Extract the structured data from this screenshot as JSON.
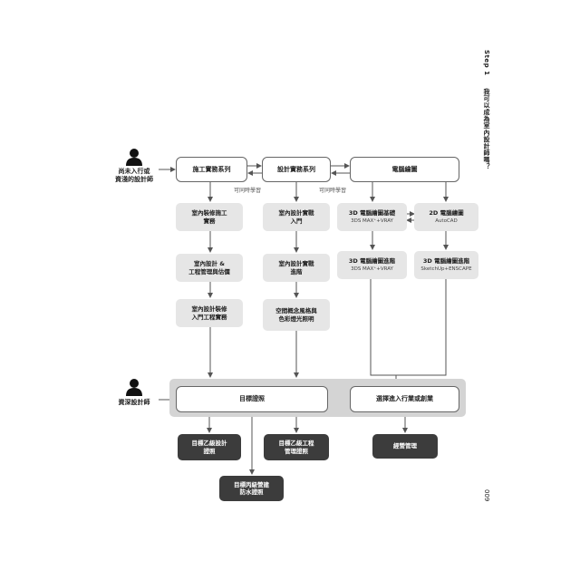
{
  "side_header": {
    "step": "Step 1",
    "question": "我可以成為室內設計師嗎？"
  },
  "page_number": "009",
  "roles": {
    "beginner": "尚未入行或\n資淺的設計師",
    "senior": "資深設計師"
  },
  "top_row": {
    "construction": "施工實務系列",
    "design": "設計實務系列",
    "computer": "電腦繪圖"
  },
  "parallel_label_1": "可同時學習",
  "parallel_label_2": "可同時學習",
  "construction_path": [
    "室內裝修施工\n實務",
    "室內設計 &\n工程管理與估價",
    "室內設計裝修\n入門工程實務"
  ],
  "design_path": [
    "室內設計實戰\n入門",
    "室內設計實戰\n進階",
    "空間概念風格與\n色彩燈光照明"
  ],
  "computer_path": {
    "3d_basic": {
      "title": "3D 電腦繪圖基礎",
      "sub": "3DS MAX⁺+VRAY"
    },
    "2d": {
      "title": "2D 電腦繪圖",
      "sub": "AutoCAD"
    },
    "3d_adv_max": {
      "title": "3D 電腦繪圖進階",
      "sub": "3DS MAX⁺+VRAY"
    },
    "3d_adv_sketchup": {
      "title": "3D 電腦繪圖進階",
      "sub": "SketchUp+ENSCAPE"
    }
  },
  "goal_row": {
    "license": "目標證照",
    "career": "選擇進入行業或創業"
  },
  "licenses": {
    "design_b": "目標乙級設計\n證照",
    "engineering_b": "目標乙級工程\n管理證照",
    "waterproof_c": "目標丙級營建\n防水證照",
    "business": "經營管理"
  }
}
